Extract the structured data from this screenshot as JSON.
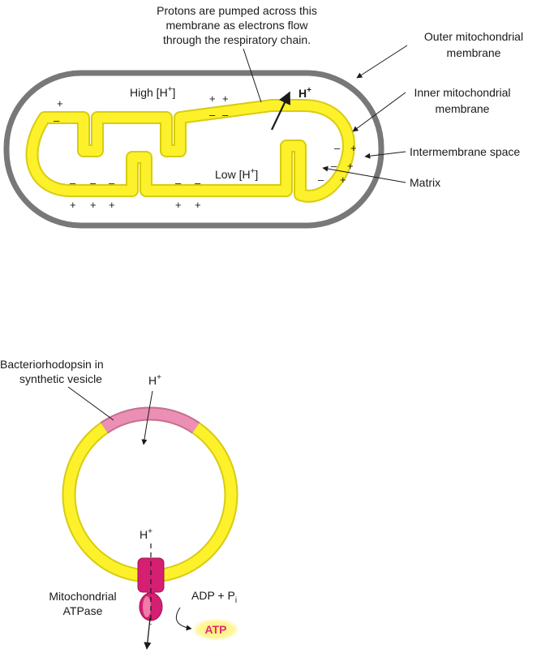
{
  "top_panel": {
    "caption_line1": "Protons are pumped across this",
    "caption_line2": "membrane as electrons flow",
    "caption_line3": "through the respiratory chain.",
    "outer_membrane_line1": "Outer mitochondrial",
    "outer_membrane_line2": "membrane",
    "inner_membrane_line1": "Inner mitochondrial",
    "inner_membrane_line2": "membrane",
    "intermembrane_space": "Intermembrane space",
    "matrix": "Matrix",
    "high_proton": "High [H",
    "low_proton": "Low [H",
    "bracket_close": "]",
    "proton_symbol": "H",
    "plus_superscript": "+",
    "plus_sign": "+",
    "minus_sign": "–",
    "colors": {
      "outer_membrane": "#78787b",
      "inner_membrane": "#fcf12a",
      "inner_membrane_edge": "#d8cc10"
    }
  },
  "bottom_panel": {
    "bacteriorhodopsin_line1": "Bacteriorhodopsin in",
    "bacteriorhodopsin_line2": "synthetic vesicle",
    "proton_symbol": "H",
    "plus_superscript": "+",
    "atpase_line1": "Mitochondrial",
    "atpase_line2": "ATPase",
    "adp_text": "ADP + P",
    "phosphate_subscript": "i",
    "atp_label": "ATP",
    "colors": {
      "vesicle": "#fcf12a",
      "bacteriorhodopsin": "#ec8fb4",
      "atpase": "#d41f72",
      "atp_text": "#e3287a",
      "atp_glow": "#fff36a"
    }
  }
}
